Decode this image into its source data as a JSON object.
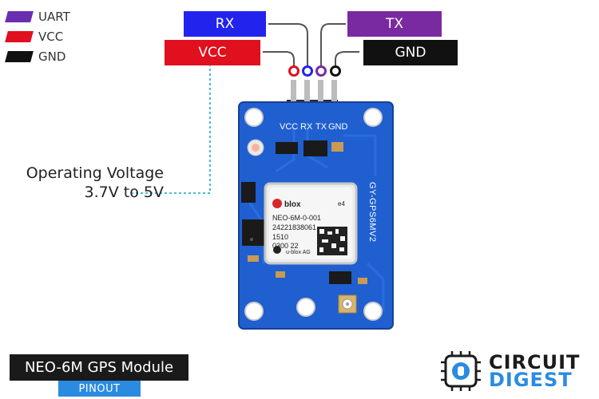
{
  "legend": [
    {
      "label": "UART",
      "color": "#6a2fb0"
    },
    {
      "label": "VCC",
      "color": "#e0101e"
    },
    {
      "label": "GND",
      "color": "#111111"
    }
  ],
  "pins": {
    "rx": {
      "label": "RX",
      "color": "#2323ee"
    },
    "tx": {
      "label": "TX",
      "color": "#7a2aa0"
    },
    "vcc": {
      "label": "VCC",
      "color": "#e0101e"
    },
    "gnd": {
      "label": "GND",
      "color": "#111111"
    }
  },
  "board": {
    "pin_labels": [
      "VCC",
      "RX",
      "TX",
      "GND"
    ],
    "model_label": "GY-GPS6MV2",
    "chip": {
      "brand": "blox",
      "part": "NEO-6M-0-001",
      "serial": "24221838061",
      "code1": "1510",
      "code2": "0300 22",
      "maker": "u-blox AG",
      "mark": "e4"
    }
  },
  "annotation": {
    "line1": "Operating Voltage",
    "line2": "3.7V to 5V"
  },
  "title": {
    "main": "NEO-6M GPS Module",
    "sub": "PINOUT"
  },
  "brand": {
    "line1": "CIRCUIT",
    "line2": "DIGEST"
  },
  "colors": {
    "board": "#1f5fd0",
    "board_dark": "#1a4fb5",
    "accent_blue": "#2a8be0"
  }
}
